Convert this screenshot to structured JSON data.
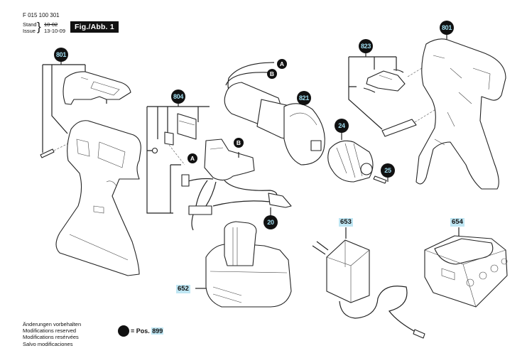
{
  "header": {
    "part_number": "F 015 100 301",
    "stand_label": "Stand",
    "issue_label": "Issue",
    "old_date": "10-02",
    "issue_date": "13-10-09",
    "figure_label": "Fig./Abb. 1"
  },
  "footer": {
    "notes": [
      "Änderungen vorbehalten",
      "Modifications reserved",
      "Modifications resérvées",
      "Salvo modificaciones"
    ],
    "legend_text": "= Pos.",
    "legend_number": "899"
  },
  "callouts": {
    "housing_cover": "801",
    "housing_shell": "801",
    "switch_kit": "804",
    "motor_gearbox": "821",
    "battery_latch": "823",
    "chuck": "24",
    "chuck_screw": "25",
    "connector": "20",
    "battery": "652",
    "power_adapter": "653",
    "charger_base": "654"
  },
  "connectors": {
    "a": "A",
    "b": "B"
  },
  "colors": {
    "callout_fill": "#111111",
    "callout_text": "#9fdcef",
    "accessory_highlight": "#bfe6f3"
  }
}
